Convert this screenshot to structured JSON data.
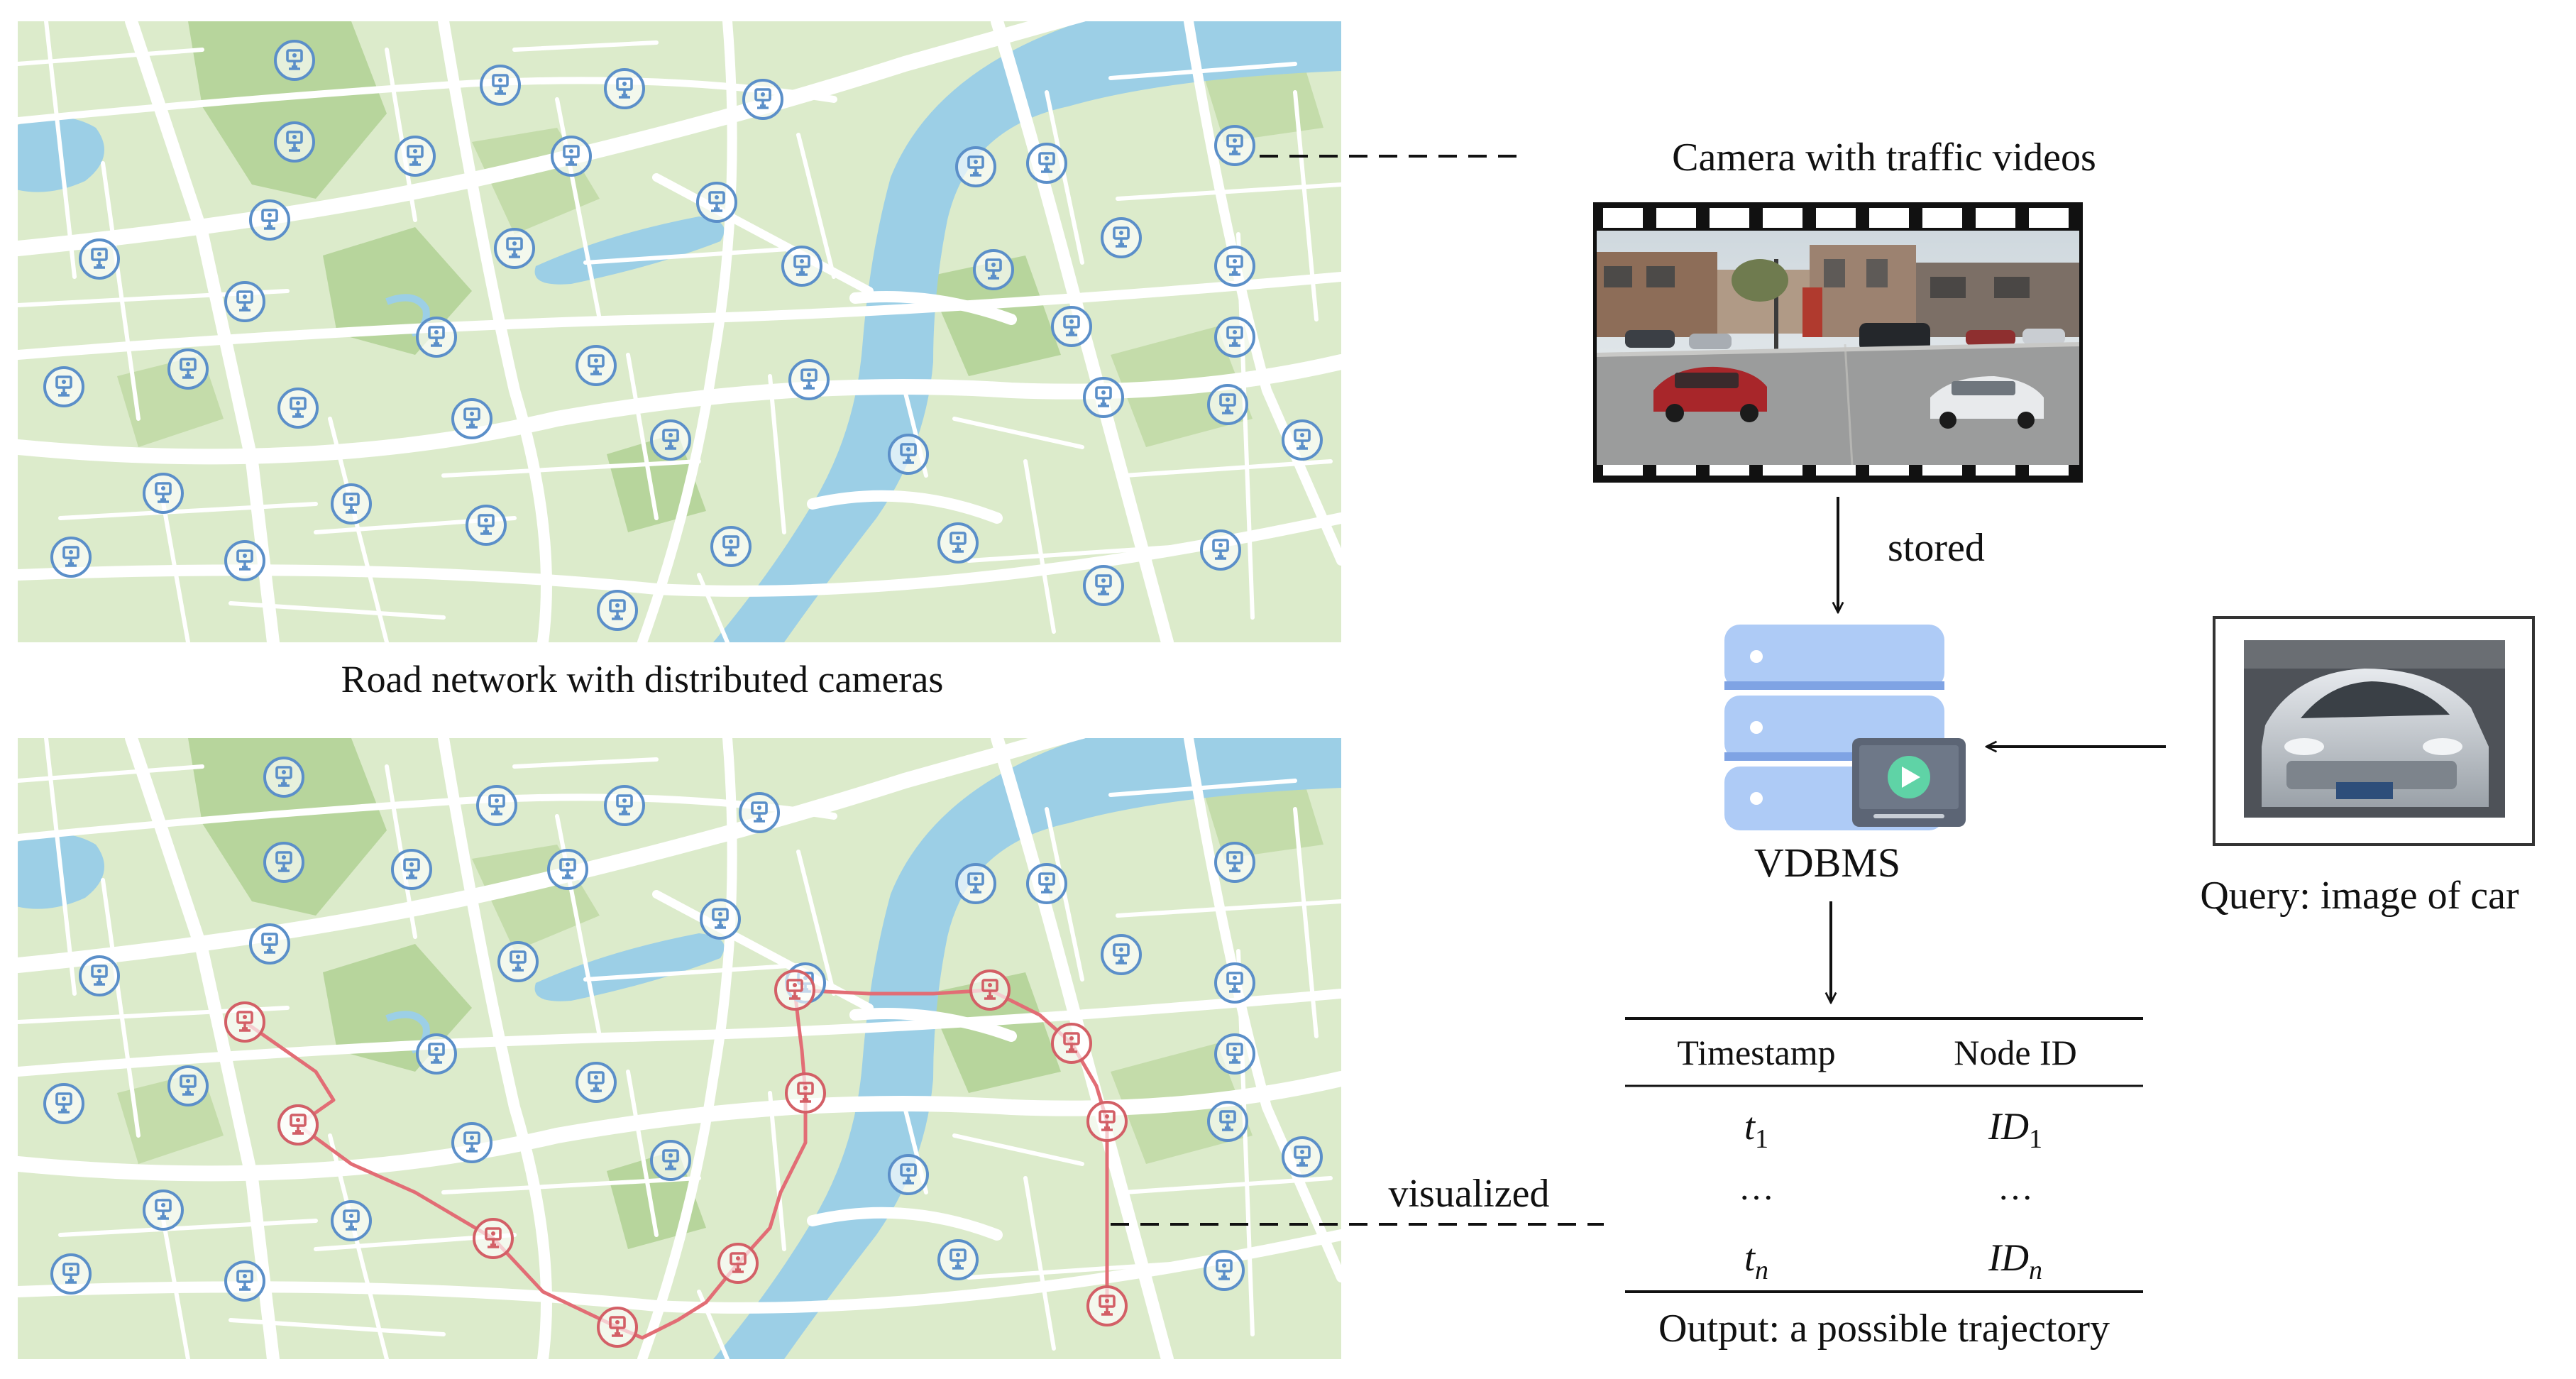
{
  "colors": {
    "map_background": "#dcebcb",
    "park": "#b7d59c",
    "road": "#ffffff",
    "water": "#9ccfe6",
    "camera_normal": "#5b8fc9",
    "camera_trajectory": "#d35f66",
    "trajectory_line": "#e26d75",
    "server": "#aecbf6",
    "server_dark": "#7fa3e4"
  },
  "labels": {
    "camera_with_videos": "Camera with traffic videos",
    "stored": "stored",
    "road_network": "Road network with distributed cameras",
    "vdbms": "VDBMS",
    "query": "Query: image of car",
    "visualized": "visualized",
    "output": "Output: a possible trajectory"
  },
  "icons": {
    "camera": "camera-node-icon",
    "film": "film-strip-icon",
    "database": "database-server-icon",
    "play": "play-icon",
    "car": "car-photo"
  },
  "table": {
    "headers": [
      "Timestamp",
      "Node ID"
    ],
    "rows": [
      {
        "ts_base": "t",
        "ts_sub": "1",
        "id_base": "ID",
        "id_sub": "1"
      },
      {
        "ts_base": "…",
        "ts_sub": "",
        "id_base": "…",
        "id_sub": ""
      },
      {
        "ts_base": "t",
        "ts_sub": "n",
        "id_base": "ID",
        "id_sub": "n"
      }
    ]
  }
}
